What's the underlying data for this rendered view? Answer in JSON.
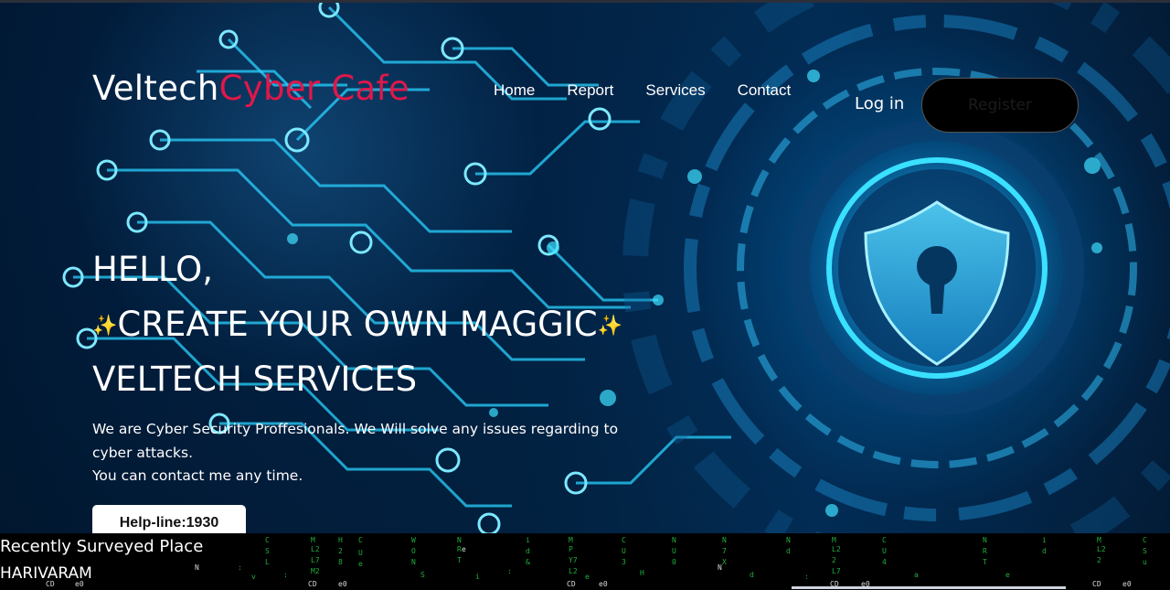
{
  "brand": {
    "name_part1": "Veltech",
    "name_part2": "Cyber Cafe"
  },
  "nav": {
    "items": [
      "Home",
      "Report",
      "Services",
      "Contact"
    ]
  },
  "auth": {
    "login_label": "Log in",
    "register_label": "Register"
  },
  "hero": {
    "line1": "HELLO,",
    "line2_sparkle_left": "✨",
    "line2_text": "CREATE YOUR OWN MAGGIC",
    "line2_sparkle_right": "✨",
    "line3": "VELTECH SERVICES",
    "desc_line1": "We are Cyber Security Proffesionals. We Will solve any issues regarding to",
    "desc_line2": "cyber attacks.",
    "desc_line3": "You can contact me any time.",
    "helpline_label": "Help-line:1930"
  },
  "survey": {
    "title": "Recently Surveyed Place",
    "place": "HARIVARAM"
  },
  "colors": {
    "brand_accent": "#e0174a",
    "background_dark": "#021f3c",
    "circuit_glow": "#22c7ff",
    "matrix_green": "#1fae3b"
  },
  "icons": {
    "hero_visual": "shield-lock-icon"
  }
}
